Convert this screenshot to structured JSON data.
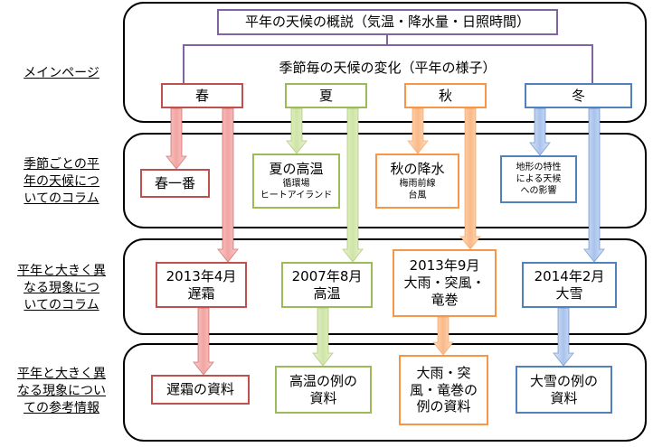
{
  "colors": {
    "spring": "#c0504d",
    "summer": "#9bbb59",
    "autumn": "#f79646",
    "winter": "#4f81bd",
    "title": "#8064a2"
  },
  "nav": {
    "main_page": "メインページ",
    "seasonal_column": [
      "季節ごとの平",
      "年の天候につ",
      "いてのコラム"
    ],
    "anomaly_column": [
      "平年と大きく異",
      "なる現象につ",
      "いてのコラム"
    ],
    "anomaly_reference": [
      "平年と大きく異",
      "なる現象につい",
      "ての参考情報"
    ]
  },
  "top": {
    "title": "平年の天候の概説（気温・降水量・日照時間）",
    "subtitle": "季節毎の天候の変化（平年の様子）",
    "seasons": [
      "春",
      "夏",
      "秋",
      "冬"
    ]
  },
  "seasonal": {
    "spring": {
      "title": "春一番"
    },
    "summer": {
      "title": "夏の高温",
      "lines": [
        "循環場",
        "ヒートアイランド"
      ]
    },
    "autumn": {
      "title": "秋の降水",
      "lines": [
        "梅雨前線",
        "台風"
      ]
    },
    "winter": {
      "lines": [
        "地形の特性",
        "による天候",
        "への影響"
      ]
    }
  },
  "anomalies": {
    "spring": [
      "2013年4月",
      "遅霜"
    ],
    "summer": [
      "2007年8月",
      "高温"
    ],
    "autumn": [
      "2013年9月",
      "大雨・突風・",
      "竜巻"
    ],
    "winter": [
      "2014年2月",
      "大雪"
    ]
  },
  "references": {
    "spring": [
      "遅霜の資料"
    ],
    "summer": [
      "高温の例の",
      "資料"
    ],
    "autumn": [
      "大雨・突",
      "風・竜巻の",
      "例の資料"
    ],
    "winter": [
      "大雪の例の",
      "資料"
    ]
  }
}
